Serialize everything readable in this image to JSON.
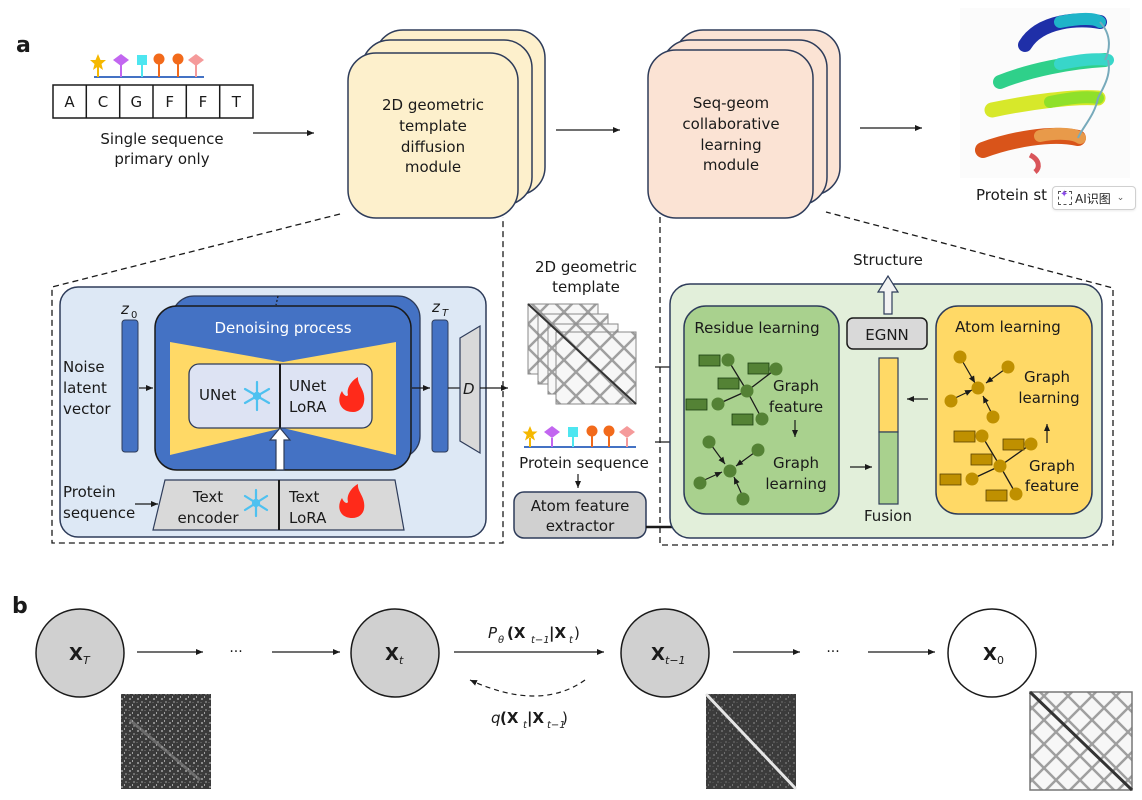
{
  "figure": {
    "panel_a": {
      "letter": "a",
      "input_sequence": {
        "residues": [
          "A",
          "C",
          "G",
          "F",
          "F",
          "T"
        ],
        "caption_line1": "Single sequence",
        "caption_line2": "primary only",
        "glyph_colors": [
          "#f5b800",
          "#c266f0",
          "#4ee6f0",
          "#f26a1b",
          "#f26a1b",
          "#f59a9a"
        ],
        "glyph_shapes": [
          "star",
          "diamond",
          "square",
          "circle",
          "circle",
          "diamond"
        ]
      },
      "module1": {
        "lines": [
          "2D geometric",
          "template",
          "diffusion",
          "module"
        ],
        "fill": "#fdf0cc"
      },
      "module2": {
        "lines": [
          "Seq-geom",
          "collaborative",
          "learning",
          "module"
        ],
        "fill": "#fbe3d4"
      },
      "output": {
        "caption": "Protein st"
      },
      "diffusion_detail": {
        "z0": "z",
        "z0_sub": "0",
        "zT": "z",
        "zT_sub": "T",
        "noise_label": [
          "Noise",
          "latent",
          "vector"
        ],
        "denoising_title": "Denoising process",
        "unet": "UNet",
        "unet_lora": [
          "UNet",
          "LoRA"
        ],
        "protein_seq_label": [
          "Protein",
          "sequence"
        ],
        "text_encoder": [
          "Text",
          "encoder"
        ],
        "text_lora": [
          "Text",
          "LoRA"
        ],
        "decoder": "D"
      },
      "middle": {
        "template_label": [
          "2D geometric",
          "template"
        ],
        "protein_sequence": "Protein sequence",
        "atom_extractor": [
          "Atom feature",
          "extractor"
        ]
      },
      "collab_detail": {
        "structure": "Structure",
        "egnn": "EGNN",
        "fusion": "Fusion",
        "residue_title": "Residue learning",
        "residue_graph_feature": [
          "Graph",
          "feature"
        ],
        "residue_graph_learning": [
          "Graph",
          "learning"
        ],
        "atom_title": "Atom learning",
        "atom_graph_learning": [
          "Graph",
          "learning"
        ],
        "atom_graph_feature": [
          "Graph",
          "feature"
        ]
      }
    },
    "panel_b": {
      "letter": "b",
      "nodes": [
        {
          "symbol": "X",
          "sub": "T",
          "filled": true
        },
        {
          "symbol": "X",
          "sub": "t",
          "filled": true
        },
        {
          "symbol": "X",
          "sub": "t−1",
          "filled": true
        },
        {
          "symbol": "X",
          "sub": "0",
          "filled": false
        }
      ],
      "ellipsis": "···",
      "reverse_label": {
        "prefix": "P",
        "prefix_sub": "θ",
        "body": "(X",
        "sub1": "t−1",
        "mid": "|X",
        "sub2": "t",
        "end": ")"
      },
      "forward_label": {
        "prefix": "q",
        "body": "(X",
        "sub1": "t",
        "mid": "|X",
        "sub2": "t−1",
        "end": ")"
      }
    }
  },
  "overlay": {
    "ai_badge_label": "AI识图"
  },
  "colors": {
    "diffusion_panel_bg": "#dde8f5",
    "blue_block": "#4472c4",
    "yellow": "#ffd966",
    "collab_panel_bg": "#e2efda",
    "residue_green": "#a9d18e",
    "dark_green": "#548235",
    "atom_yellow": "#ffd966",
    "atom_node": "#bf9000",
    "grey_box": "#d0d0d0",
    "node_grey": "#d0d0d0"
  }
}
